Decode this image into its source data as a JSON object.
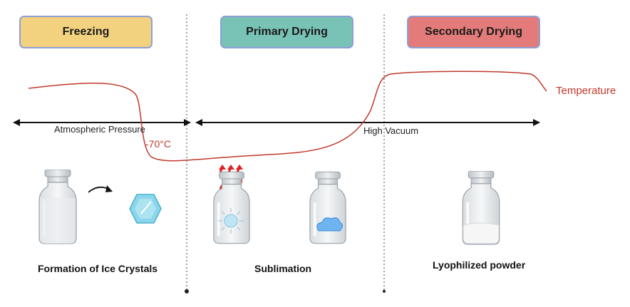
{
  "phases": [
    {
      "label": "Freezing",
      "color": "#f2d27f"
    },
    {
      "label": "Primary Drying",
      "color": "#78c2b6"
    },
    {
      "label": "Secondary Drying",
      "color": "#e37b7b"
    }
  ],
  "pressure": {
    "atmospheric": "Atmospheric Pressure",
    "vacuum": "High Vacuum"
  },
  "temperature": {
    "label": "Temperature",
    "min_label": "-70°C",
    "color": "#c0392b"
  },
  "captions": {
    "freezing": "Formation of Ice Crystals",
    "primary": "Sublimation",
    "secondary": "Lyophilized powder"
  },
  "icons": [
    "vial-icon",
    "ice-crystal-icon",
    "curved-arrow-icon",
    "heat-waves-icon",
    "ice-cloud-icon",
    "powder-icon"
  ]
}
